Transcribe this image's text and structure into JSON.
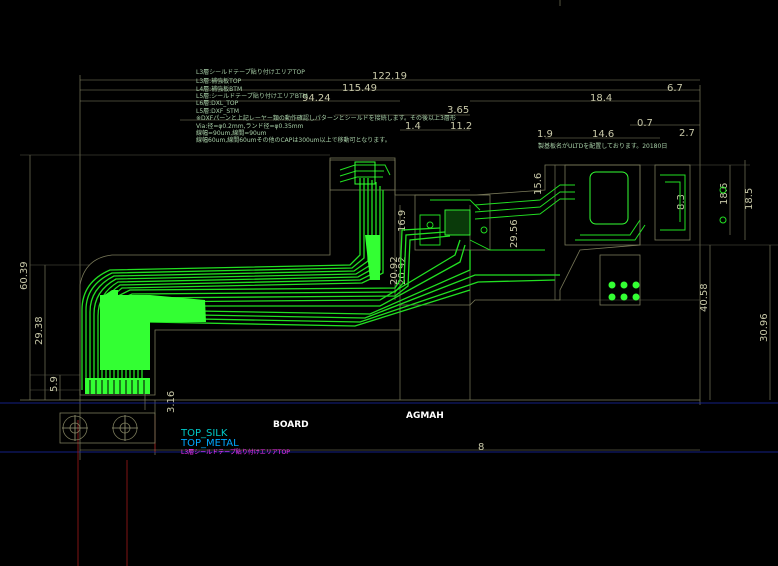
{
  "colors": {
    "background": "#000000",
    "dim_line": "#8a8a6a",
    "trace": "#22e022",
    "trace_bright": "#33ff33",
    "outline": "#7a7a5a",
    "top_silk": "#00c8c8",
    "top_metal": "#00a8ff",
    "shield": "#ff33ff",
    "board_red": "#a01818"
  },
  "notes": [
    "L3層シールドテープ貼り付けエリアTOP",
    "L3層:補強板TOP",
    "L4層:補強板BTM",
    "L5層:シールドテープ貼り付けエリアBTM",
    "L6層:DXL_TOP",
    "L5層:DXF_STM",
    "※DXFパーンと上記レーヤー類の動作確認しパターンとシールドを接続します。その後以上3層形",
    "Via:径=φ0.2mm,ランド径=φ0.35mm",
    "線幅=90um,線間=90um",
    "線幅60um,線間60umその他のCAPは300um以上で移動可となります。"
  ],
  "right_note": "製基板名がULTDを配置しております。20180日",
  "dims_horizontal": [
    "122.19",
    "115.49",
    "94.24",
    "18.4",
    "6.7",
    "3.65",
    "1.4",
    "11.2",
    "1.9",
    "14.6",
    "0.7",
    "2.7",
    "8"
  ],
  "dims_vertical": [
    "60.39",
    "29.38",
    "5.9",
    "16.9",
    "20.92",
    "29.56",
    "18.6",
    "18.5",
    "40.58",
    "30.96",
    "15.6",
    "20.92",
    "3.16",
    "8.3"
  ],
  "board_label": "BOARD",
  "part_label": "AGMAH",
  "legend": {
    "top_silk": "TOP_SILK",
    "top_metal": "TOP_METAL",
    "shield": "L3層シールドテープ貼り付けエリアTOP"
  }
}
